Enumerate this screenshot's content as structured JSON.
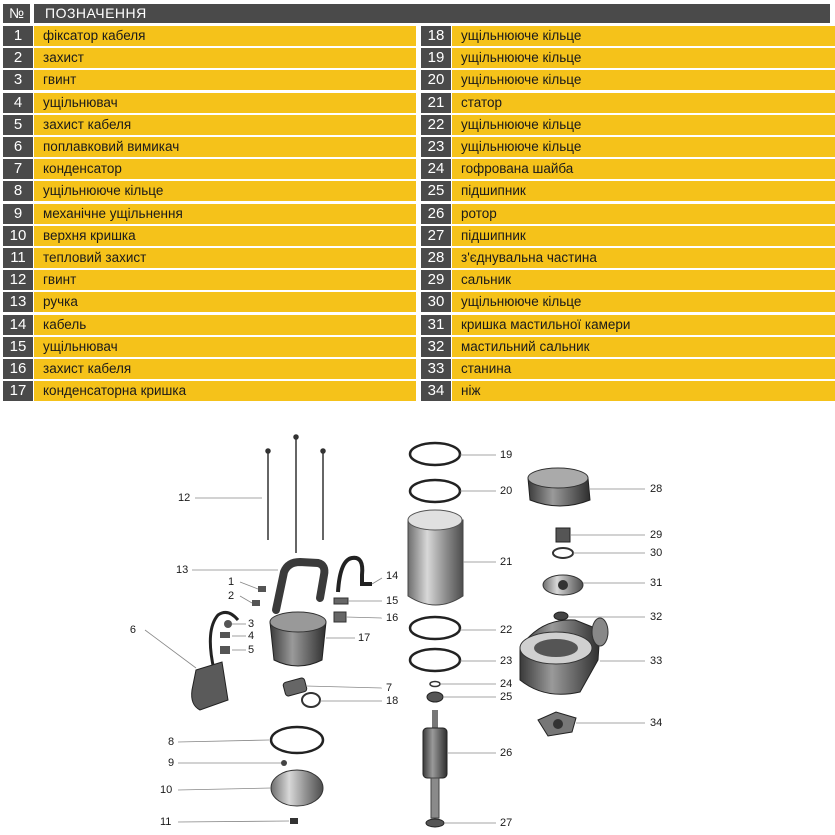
{
  "header": {
    "number_col": "№",
    "title": "ПОЗНАЧЕННЯ"
  },
  "parts": [
    {
      "n": "1",
      "label": "фіксатор кабеля"
    },
    {
      "n": "2",
      "label": "захист"
    },
    {
      "n": "3",
      "label": "гвинт"
    },
    {
      "n": "4",
      "label": "ущільнювач"
    },
    {
      "n": "5",
      "label": "захист кабеля"
    },
    {
      "n": "6",
      "label": "поплавковий вимикач"
    },
    {
      "n": "7",
      "label": "конденсатор"
    },
    {
      "n": "8",
      "label": "ущільнююче кільце"
    },
    {
      "n": "9",
      "label": "механічне ущільнення"
    },
    {
      "n": "10",
      "label": "верхня кришка"
    },
    {
      "n": "11",
      "label": "тепловий захист"
    },
    {
      "n": "12",
      "label": "гвинт"
    },
    {
      "n": "13",
      "label": "ручка"
    },
    {
      "n": "14",
      "label": "кабель"
    },
    {
      "n": "15",
      "label": "ущільнювач"
    },
    {
      "n": "16",
      "label": "захист кабеля"
    },
    {
      "n": "17",
      "label": "конденсаторна кришка"
    },
    {
      "n": "18",
      "label": "ущільнююче кільце"
    },
    {
      "n": "19",
      "label": "ущільнююче кільце"
    },
    {
      "n": "20",
      "label": "ущільнююче кільце"
    },
    {
      "n": "21",
      "label": "статор"
    },
    {
      "n": "22",
      "label": "ущільнююче кільце"
    },
    {
      "n": "23",
      "label": "ущільнююче кільце"
    },
    {
      "n": "24",
      "label": "гофрована шайба"
    },
    {
      "n": "25",
      "label": "підшипник"
    },
    {
      "n": "26",
      "label": "ротор"
    },
    {
      "n": "27",
      "label": "підшипник"
    },
    {
      "n": "28",
      "label": "з'єднувальна частина"
    },
    {
      "n": "29",
      "label": "сальник"
    },
    {
      "n": "30",
      "label": "ущільнююче кільце"
    },
    {
      "n": "31",
      "label": "кришка мастильної камери"
    },
    {
      "n": "32",
      "label": "мастильний сальник"
    },
    {
      "n": "33",
      "label": "станина"
    },
    {
      "n": "34",
      "label": "ніж"
    }
  ],
  "colors": {
    "dark": "#4a4a4a",
    "accent": "#f5c21a",
    "line": "#888888"
  }
}
